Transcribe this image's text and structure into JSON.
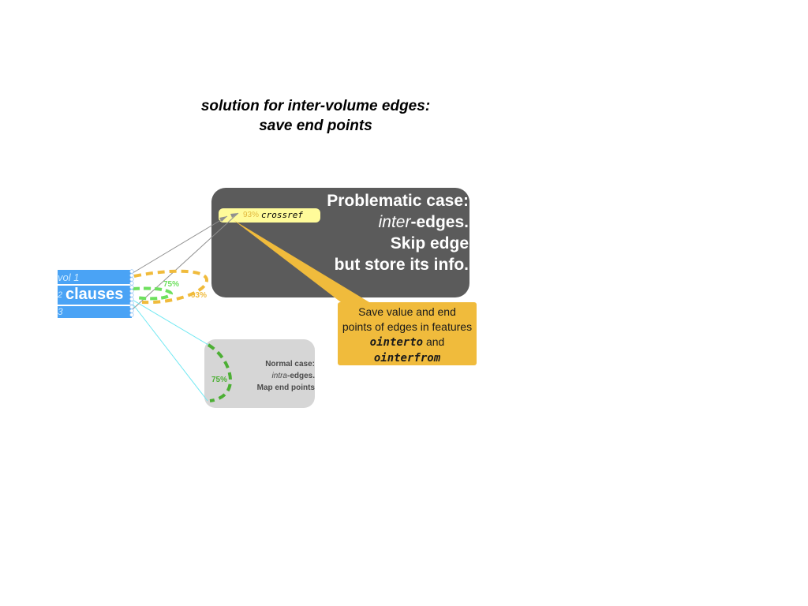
{
  "title": {
    "line1": "solution for inter-volume edges:",
    "line2": "save end points"
  },
  "problem_box": {
    "line1": "Problematic case:",
    "line2_em": "inter",
    "line2_rest": "-edges.",
    "line3": "Skip edge",
    "line4": "but  store its info."
  },
  "crossref_chip": {
    "percent": "93%",
    "name": "crossref"
  },
  "callout": {
    "line1": "Save value and end",
    "line2": "points of edges in features",
    "code1": "ointerto",
    "and": "and",
    "code2": "ointerfrom"
  },
  "normal_box": {
    "line1": "Normal case:",
    "line2_em": "intra",
    "line2_rest": "-edges.",
    "line3": "Map end points"
  },
  "node": {
    "vol1": "vol 1",
    "vol2": "2",
    "label": "clauses",
    "vol3": "3"
  },
  "edge_labels": {
    "green_top": "75%",
    "orange": "93%",
    "green_normal": "75%"
  },
  "colors": {
    "dark_box": "#5b5b5b",
    "callout": "#f0bb3c",
    "node": "#4aa3f5",
    "green_edge": "#4caf34",
    "orange_edge": "#f0bb3c",
    "cyan_edge": "#6fe8f2"
  }
}
